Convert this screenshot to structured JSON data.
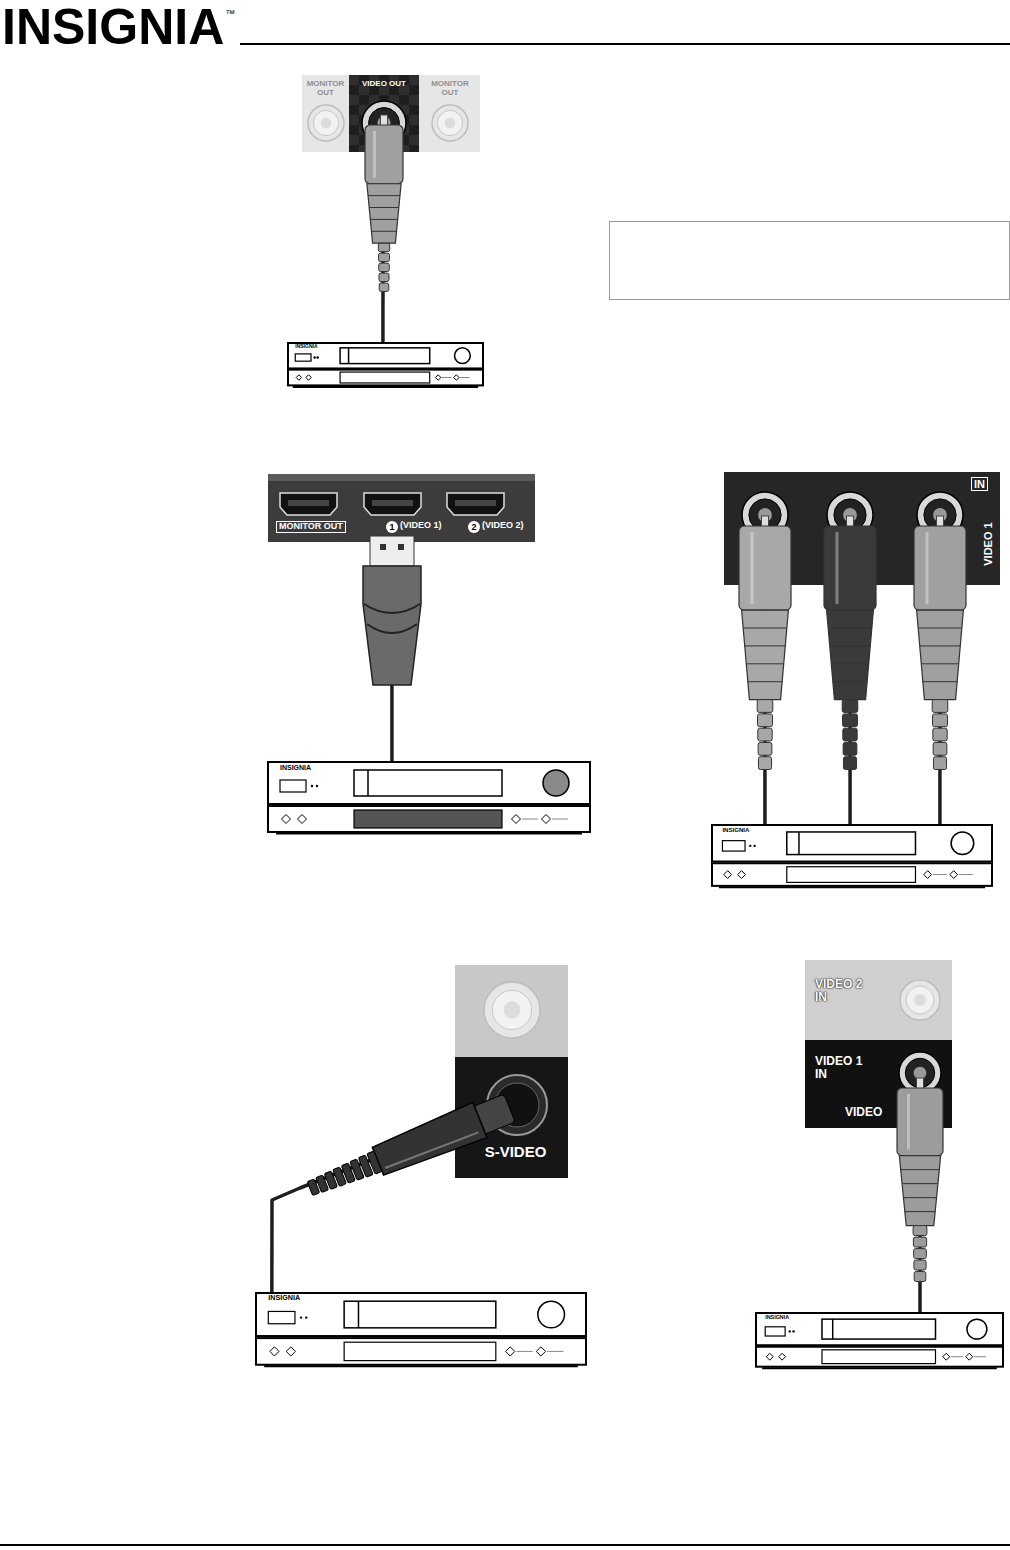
{
  "diagram": {
    "nodes": [
      {
        "text": [
          "MONITOR OUT",
          "VIDEO OUT",
          "MONITOR OUT"
        ]
      },
      {
        "text": [
          "INSIGNIA"
        ]
      },
      {
        "text": [
          "MONITOR OUT",
          "1",
          "(VIDEO 1)",
          "2",
          "(VIDEO 2)"
        ]
      },
      {
        "text": [
          "INSIGNIA"
        ]
      },
      {
        "text": [
          "IN",
          "VIDEO 1"
        ]
      },
      {
        "text": [
          "INSIGNIA"
        ]
      },
      {
        "text": [
          "S-VIDEO"
        ]
      },
      {
        "text": [
          "INSIGNIA"
        ]
      },
      {
        "text": [
          "VIDEO 2 IN",
          "VIDEO 1 IN",
          "VIDEO"
        ]
      },
      {
        "text": [
          "INSIGNIA"
        ]
      }
    ],
    "edges": [
      {
        "from": 1,
        "to": 0,
        "arrow": "none"
      },
      {
        "from": 3,
        "to": 2,
        "arrow": "none"
      },
      {
        "from": 5,
        "to": 4,
        "arrow": "none"
      },
      {
        "from": 5,
        "to": 4,
        "arrow": "none"
      },
      {
        "from": 5,
        "to": 4,
        "arrow": "none"
      },
      {
        "from": 7,
        "to": 6,
        "arrow": "none"
      },
      {
        "from": 9,
        "to": 8,
        "arrow": "none"
      }
    ],
    "labels": [
      "INSIGNIA",
      "™"
    ]
  }
}
